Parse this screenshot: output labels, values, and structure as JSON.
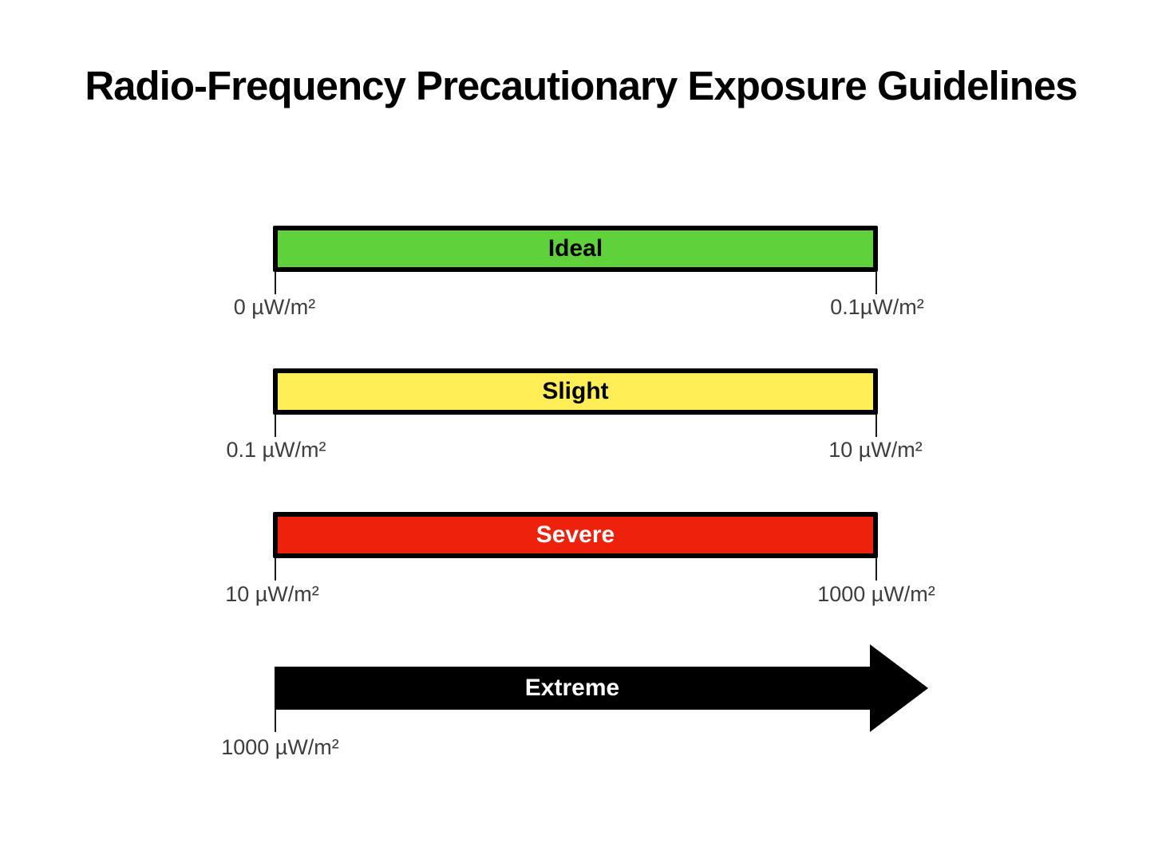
{
  "title": "Radio-Frequency Precautionary Exposure Guidelines",
  "unit": "µW/m²",
  "colors": {
    "ideal": "#5fd13a",
    "slight": "#ffee55",
    "severe": "#ee220c",
    "extreme": "#000000",
    "range_label_text": "#3d3d3d",
    "bar_border": "#000000"
  },
  "bands": [
    {
      "id": "ideal",
      "label": "Ideal",
      "min": "0 µW/m²",
      "max": "0.1µW/m²",
      "color": "#5fd13a",
      "shape": "bar"
    },
    {
      "id": "slight",
      "label": "Slight",
      "min": "0.1 µW/m²",
      "max": "10 µW/m²",
      "color": "#ffee55",
      "shape": "bar"
    },
    {
      "id": "severe",
      "label": "Severe",
      "min": "10 µW/m²",
      "max": "1000 µW/m²",
      "color": "#ee220c",
      "shape": "bar"
    },
    {
      "id": "extreme",
      "label": "Extreme",
      "min": "1000 µW/m²",
      "max": "",
      "color": "#000000",
      "shape": "arrow"
    }
  ]
}
